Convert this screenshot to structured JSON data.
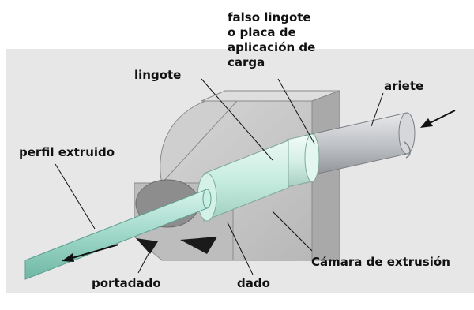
{
  "labels": {
    "falso_lingote": [
      "falso lingote",
      "o placa de",
      "aplicación de",
      "carga"
    ],
    "lingote": "lingote",
    "ariete": "ariete",
    "perfil_extruido": "perfil extruido",
    "portadado": "portadado",
    "dado": "dado",
    "camara": "Cámara de extrusión"
  },
  "colors": {
    "background_band": "#e7e7e7",
    "chamber_face": "#c8c8c8",
    "chamber_top": "#dedede",
    "chamber_side": "#a9a9a9",
    "billet": "#c6ece0",
    "ram": "#bfc2c6",
    "profile": "#9fd8c9",
    "arrow": "#111111",
    "die": "#1a1a1a"
  }
}
